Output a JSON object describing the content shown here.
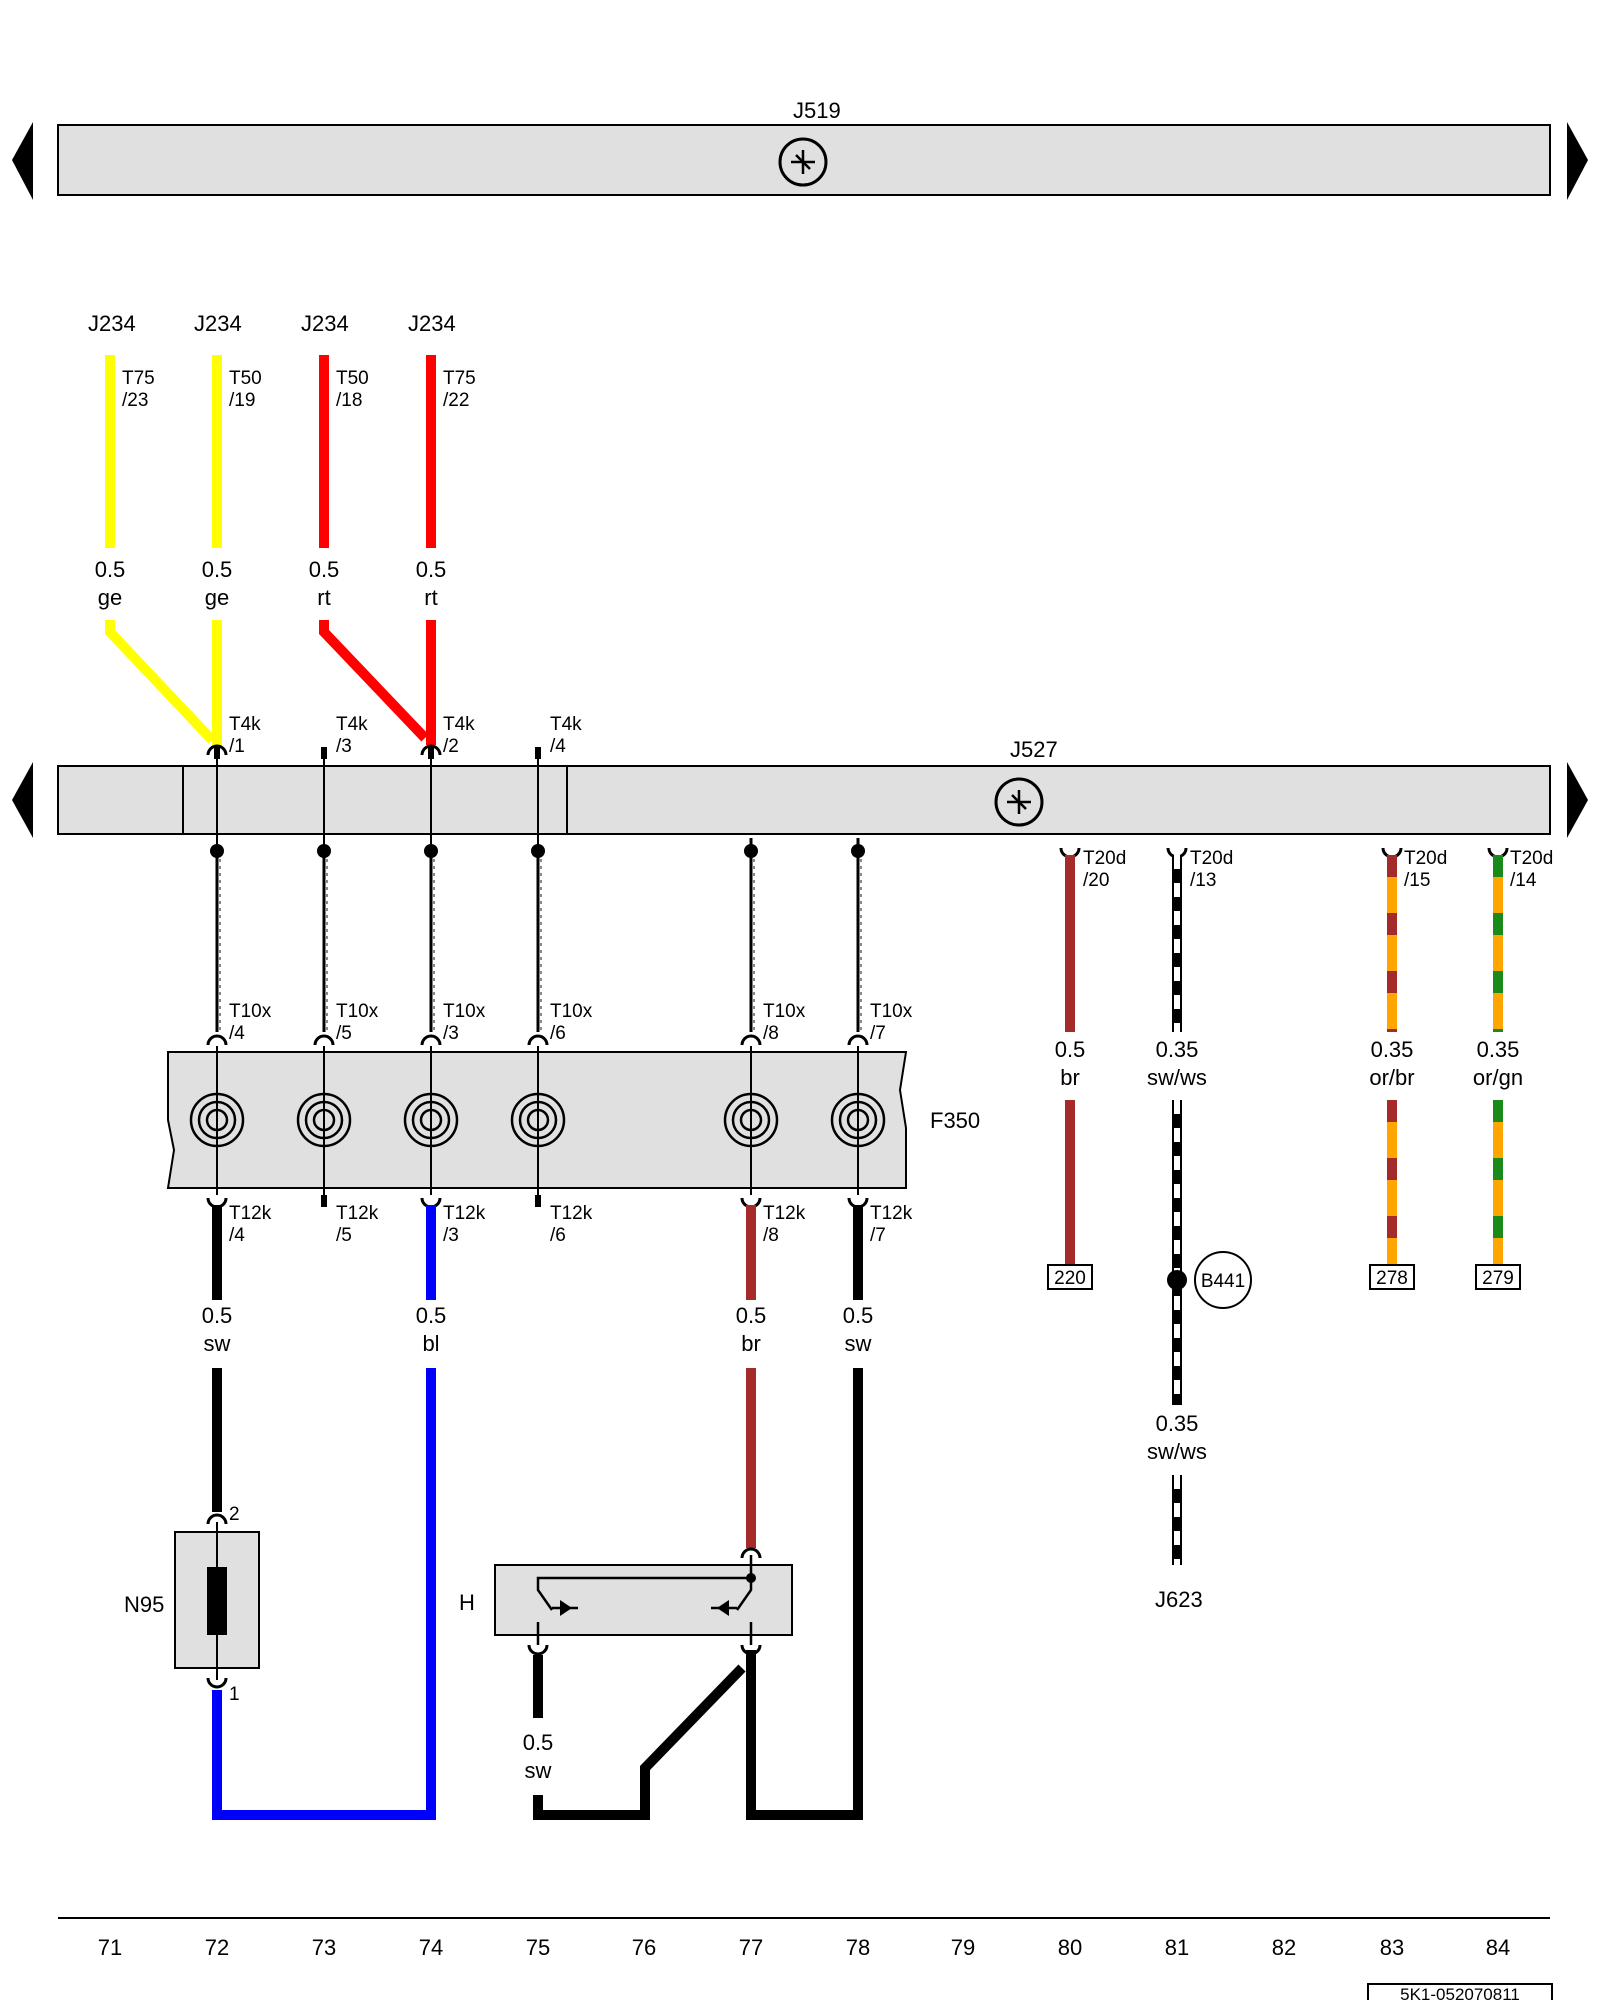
{
  "modules": {
    "j519": {
      "label": "J519"
    },
    "j527": {
      "label": "J527"
    },
    "f350": {
      "label": "F350"
    },
    "n95": {
      "label": "N95"
    },
    "h": {
      "label": "H"
    },
    "j623": {
      "label": "J623"
    },
    "j234": {
      "label": "J234"
    }
  },
  "top_wires": [
    {
      "pin": "T75 /23",
      "gauge": "0.5",
      "color_code": "ge",
      "color": "#ffff00"
    },
    {
      "pin": "T50 /19",
      "gauge": "0.5",
      "color_code": "ge",
      "color": "#ffff00"
    },
    {
      "pin": "T50 /18",
      "gauge": "0.5",
      "color_code": "rt",
      "color": "#ff0000"
    },
    {
      "pin": "T75 /22",
      "gauge": "0.5",
      "color_code": "rt",
      "color": "#ff0000"
    }
  ],
  "t4k_pins": [
    "T4k /1",
    "T4k /3",
    "T4k /2",
    "T4k /4"
  ],
  "t10x_pins": [
    "T10x /4",
    "T10x /5",
    "T10x /3",
    "T10x /6",
    "T10x /8",
    "T10x /7"
  ],
  "t12k_pins": [
    "T12k /4",
    "T12k /5",
    "T12k /3",
    "T12k /6",
    "T12k /8",
    "T12k /7"
  ],
  "lower_wires": [
    {
      "gauge": "0.5",
      "color_code": "sw",
      "color": "#000000"
    },
    {
      "gauge": "0.5",
      "color_code": "bl",
      "color": "#0000ff"
    },
    {
      "gauge": "0.5",
      "color_code": "br",
      "color": "#a52a2a"
    },
    {
      "gauge": "0.5",
      "color_code": "sw",
      "color": "#000000"
    }
  ],
  "h_wire": {
    "gauge": "0.5",
    "color_code": "sw"
  },
  "n95_pins": [
    "2",
    "1"
  ],
  "right_wires": [
    {
      "pin": "T20d /20",
      "gauge": "0.5",
      "color_code": "br",
      "ref": "220",
      "color": "#a52a2a"
    },
    {
      "pin": "T20d /13",
      "gauge": "0.35",
      "color_code": "sw/ws",
      "ref": "",
      "color": "#000000"
    },
    {
      "pin": "T20d /15",
      "gauge": "0.35",
      "color_code": "or/br",
      "ref": "278",
      "color": "#ffa500"
    },
    {
      "pin": "T20d /14",
      "gauge": "0.35",
      "color_code": "or/gn",
      "ref": "279",
      "color": "#ffa500"
    }
  ],
  "sw_ws_lower": {
    "gauge": "0.35",
    "color_code": "sw/ws"
  },
  "splice": {
    "label": "B441"
  },
  "scale": [
    "71",
    "72",
    "73",
    "74",
    "75",
    "76",
    "77",
    "78",
    "79",
    "80",
    "81",
    "82",
    "83",
    "84"
  ],
  "doc_id": "5K1-052070811"
}
